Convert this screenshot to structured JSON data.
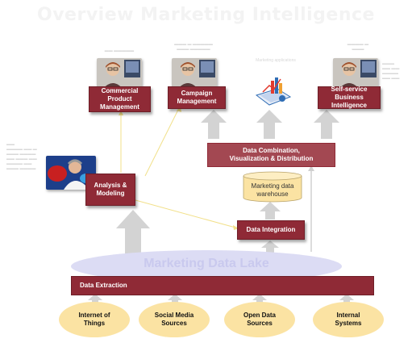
{
  "title": "Overview Marketing Intelligence",
  "top_row": {
    "commercial": "Commercial Product Management",
    "campaign": "Campaign Management",
    "selfservice": "Self-service Business Intelligence"
  },
  "small_caption": "Marketing applications",
  "combination": "Data Combination, Visualization & Distribution",
  "warehouse": "Marketing data warehouse",
  "analysis": "Analysis & Modeling",
  "integration": "Data Integration",
  "lake": "Marketing Data Lake",
  "extraction": "Data Extraction",
  "sources": {
    "iot": "Internet of Things",
    "social": "Social Media Sources",
    "opendata": "Open Data Sources",
    "internal": "Internal Systems"
  },
  "colors": {
    "box": "#8f2a36",
    "arrow": "#d3d3d3",
    "source": "#fbe3a3",
    "lake": "#dcdcf4",
    "warehouse": "#fbe3a3"
  }
}
